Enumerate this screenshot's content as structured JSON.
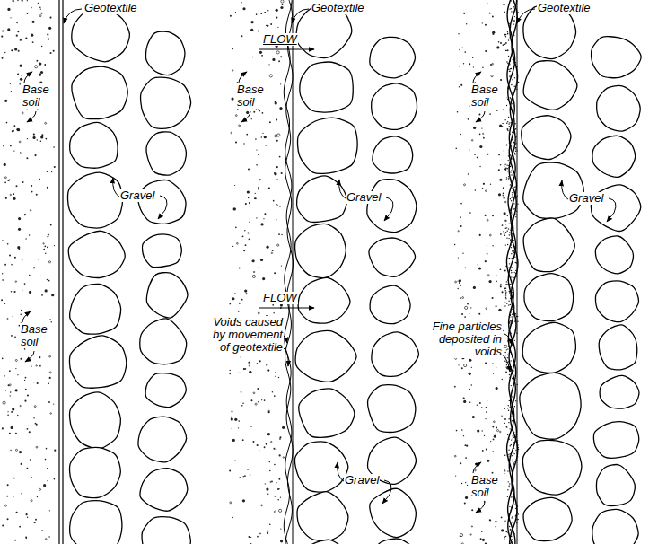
{
  "diagram": {
    "labels": [
      "Geotextile",
      "Base soil",
      "Gravel",
      "Base soil",
      "Geotextile",
      "FLOW",
      "Base soil",
      "Gravel",
      "FLOW",
      "Voids caused by movement of geotextile",
      "Gravel",
      "Geotextile",
      "Base soil",
      "Gravel",
      "Fine particles deposited in voids",
      "Base soil"
    ]
  }
}
